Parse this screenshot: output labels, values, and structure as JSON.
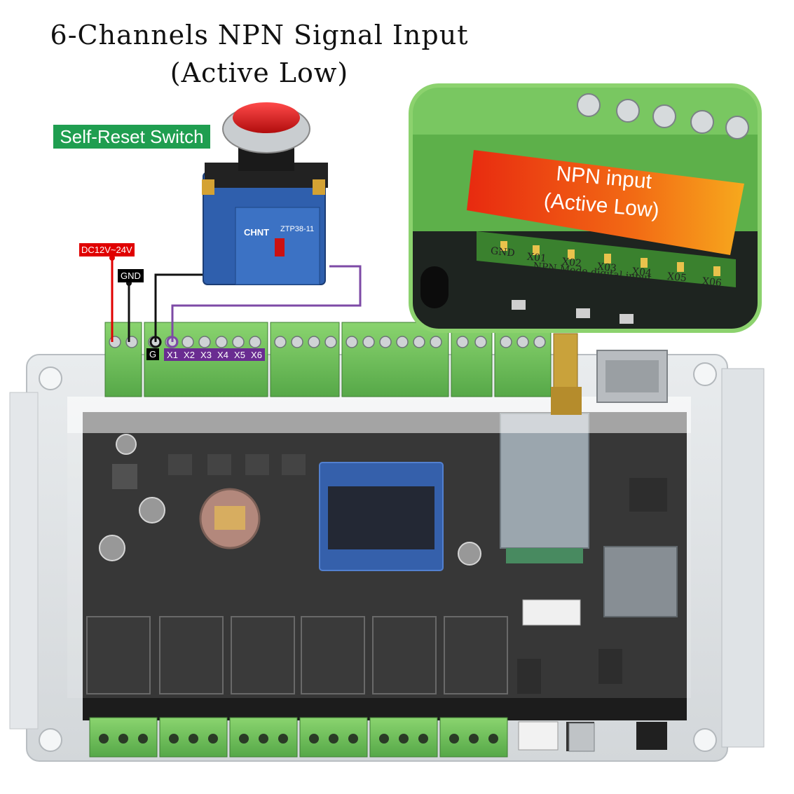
{
  "title": {
    "line1": "6-Channels NPN Signal Input",
    "line2": "(Active Low)"
  },
  "labels": {
    "self_reset_switch": "Self-Reset Switch",
    "power": "DC12V~24V",
    "gnd": "GND",
    "g": "G",
    "inputs": [
      "X1",
      "X2",
      "X3",
      "X4",
      "X5",
      "X6"
    ]
  },
  "zoom_inset": {
    "callout_line1": "NPN input",
    "callout_line2": "(Active Low)",
    "board_mode_text": "NPN Mode digital input",
    "board_inputs": [
      "GND",
      "X01",
      "X02",
      "X03",
      "X04",
      "X05",
      "X06"
    ]
  },
  "colors": {
    "terminal_green": "#6fc25a",
    "wire_red": "#e00000",
    "wire_black": "#111111",
    "wire_purple": "#7d4aa6",
    "tag_green": "#1f9e50",
    "inset_border": "#8cd26e",
    "pcb": "#1c1c1c"
  },
  "switch_device": {
    "brand": "CHNT",
    "model": "ZTP38-11"
  }
}
